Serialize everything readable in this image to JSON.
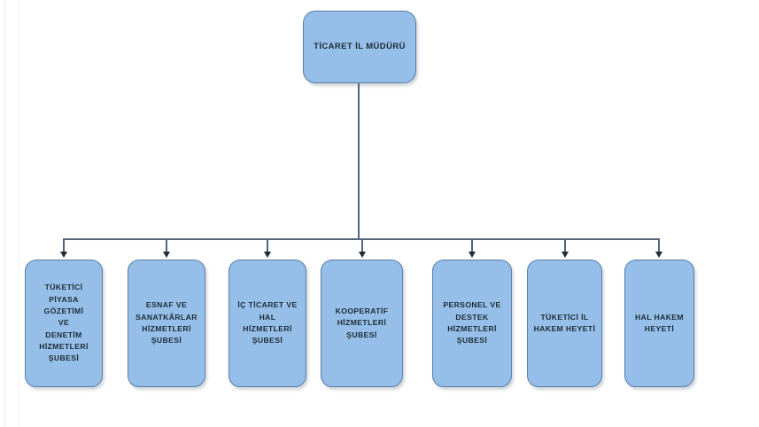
{
  "diagram": {
    "type": "organization-chart",
    "colors": {
      "node_fill": "#95bee8",
      "node_border": "#5b7fa6",
      "connector": "#53657a",
      "text": "#1d2a33",
      "background": "#ffffff"
    },
    "root": {
      "label": "TİCARET İL MÜDÜRÜ"
    },
    "departments": [
      {
        "label": "TÜKETİCİ\nPİYASA\nGÖZETİMİ\nVE\nDENETİM\nHİZMETLERİ\nŞUBESİ"
      },
      {
        "label": "ESNAF VE\nSANATKÂRLAR\nHİZMETLERİ\nŞUBESİ"
      },
      {
        "label": "İÇ TİCARET VE\nHAL\nHİZMETLERİ\nŞUBESİ"
      },
      {
        "label": "KOOPERATİF\nHİZMETLERİ\nŞUBESİ"
      },
      {
        "label": "PERSONEL VE\nDESTEK\nHİZMETLERİ\nŞUBESİ"
      },
      {
        "label": "TÜKETİCİ İL\nHAKEM HEYETİ"
      },
      {
        "label": "HAL HAKEM\nHEYETİ"
      }
    ]
  }
}
